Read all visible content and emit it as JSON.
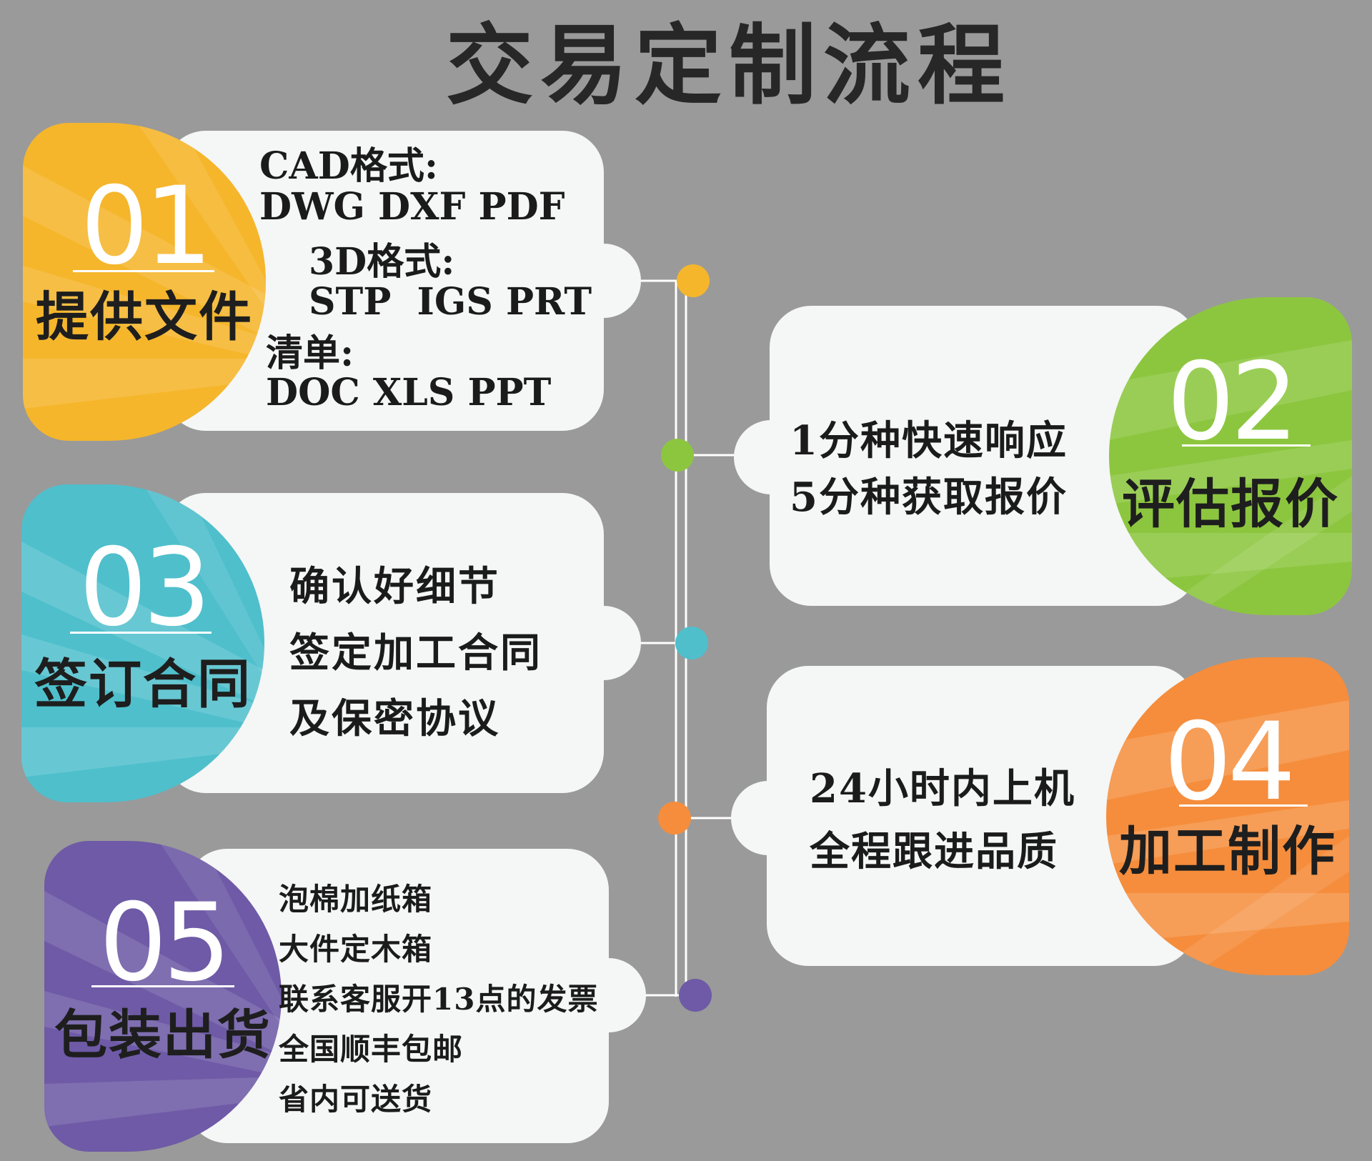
{
  "title": "交易定制流程",
  "colors": {
    "background": "#9a9a9a",
    "card": "#f5f6f6",
    "step1": "#f5b62c",
    "step2": "#8cc63f",
    "step3": "#4fbfcc",
    "step4": "#f58d3c",
    "step5": "#6e5aa6"
  },
  "steps": [
    {
      "number": "01",
      "label": "提供文件",
      "lines": [
        "CAD格式:",
        "DWG DXF PDF",
        "3D格式:",
        "STP  IGS PRT",
        "清单:",
        "DOC XLS PPT"
      ]
    },
    {
      "number": "02",
      "label": "评估报价",
      "lines": [
        "1分种快速响应",
        "5分种获取报价"
      ]
    },
    {
      "number": "03",
      "label": "签订合同",
      "lines": [
        "确认好细节",
        "签定加工合同",
        "及保密协议"
      ]
    },
    {
      "number": "04",
      "label": "加工制作",
      "lines": [
        "24小时内上机",
        "全程跟进品质"
      ]
    },
    {
      "number": "05",
      "label": "包装出货",
      "lines": [
        "泡棉加纸箱",
        "大件定木箱",
        "联系客服开13点的发票",
        "全国顺丰包邮",
        "省内可送货"
      ]
    }
  ]
}
